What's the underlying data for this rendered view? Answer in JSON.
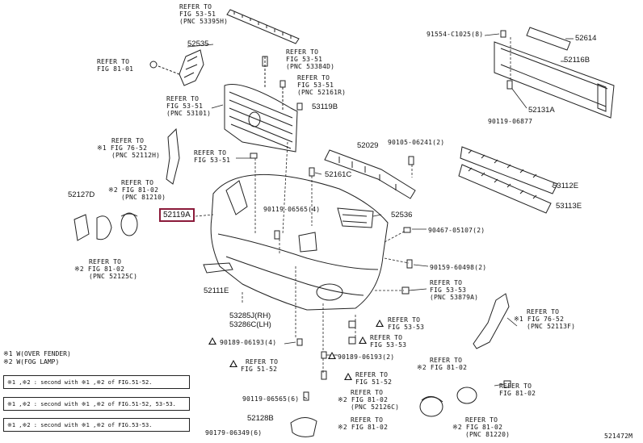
{
  "diagram_id": "521472M",
  "highlighted_part": "52119A",
  "legend": [
    "※1 W(OVER FENDER)",
    "※2 W(FOG LAMP)"
  ],
  "notes": [
    "※1 ,※2 : second with ※1 ,※2 of FIG.51-52.",
    "※1 ,※2 : second with ※1 ,※2 of FIG.51-52, 53-53.",
    "※1 ,※2 : second with ※1 ,※2 of FIG.53-53."
  ],
  "labels": {
    "l1": [
      "REFER TO",
      "FIG 53-51",
      "(PNC 53395H)"
    ],
    "l2": "52535",
    "l3": [
      "REFER TO",
      "FIG 81-01"
    ],
    "l4": [
      "REFER TO",
      "FIG 53-51",
      "(PNC 53384D)"
    ],
    "l5": [
      "REFER TO",
      "FIG 53-51",
      "(PNC 52161R)"
    ],
    "l6": "53119B",
    "l7": [
      "REFER TO",
      "FIG 53-51",
      "(PNC 53101)"
    ],
    "l8": "91554-C1025(8)",
    "l9": "52614",
    "l10": "52116B",
    "l11": "52131A",
    "l12": "90119-06877",
    "l13": [
      "REFER TO",
      "※1 FIG 76-52",
      "(PNC 52112H)"
    ],
    "l14": [
      "REFER TO",
      "FIG 53-51"
    ],
    "l15": "52029",
    "l16": "90105-06241(2)",
    "l17": "52161C",
    "l18": "53112E",
    "l19": [
      "REFER TO",
      "※2 FIG 81-02",
      "(PNC 81210)"
    ],
    "l20": "52127D",
    "l21": "53113E",
    "l22": "90119-06565(4)",
    "l23": "52536",
    "l24": "90467-05107(2)",
    "l25": [
      "REFER TO",
      "※2 FIG 81-02",
      "(PNC 52125C)"
    ],
    "l26": "90159-60498(2)",
    "l27": "52111E",
    "l28": [
      "REFER TO",
      "FIG 53-53",
      "(PNC 53879A)"
    ],
    "l29": [
      "53285J(RH)",
      "53286C(LH)"
    ],
    "l30": [
      "REFER TO",
      "※1 FIG 76-52",
      "(PNC 52113F)"
    ],
    "l31": [
      "REFER TO",
      "FIG 53-53"
    ],
    "l32": [
      "REFER TO",
      "FIG 53-53"
    ],
    "l33": "90189-06193(4)",
    "l34": "90189-06193(2)",
    "l35": [
      "REFER TO",
      "FIG 51-52"
    ],
    "l36": [
      "REFER TO",
      "※2 FIG 81-02"
    ],
    "l37": [
      "REFER TO",
      "FIG 51-52"
    ],
    "l38": "90119-06565(6)",
    "l39": [
      "REFER TO",
      "※2 FIG 81-02",
      "(PNC 52126C)"
    ],
    "l40": [
      "REFER TO",
      "FIG 81-02"
    ],
    "l41": "52128B",
    "l42": [
      "REFER TO",
      "※2 FIG 81-02"
    ],
    "l43": "90179-06349(6)",
    "l44": [
      "REFER TO",
      "※2 FIG 81-02",
      "(PNC 81220)"
    ]
  }
}
